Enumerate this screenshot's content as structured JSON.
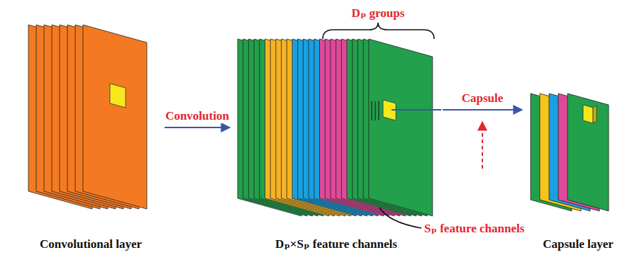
{
  "diagram": {
    "nodes": [
      {
        "text": [
          "Convolutional layer"
        ]
      },
      {
        "text": [
          "Dₚ×Sₚ feature channels"
        ]
      },
      {
        "text": [
          "Capsule layer"
        ]
      }
    ],
    "edges": [
      {
        "from": 0,
        "to": 1,
        "arrow": "to",
        "label": "Convolution"
      },
      {
        "from": 1,
        "to": 2,
        "arrow": "to",
        "label": "Capsule"
      }
    ],
    "labels": [
      "Dₚ groups",
      "Sₚ feature channels"
    ]
  }
}
